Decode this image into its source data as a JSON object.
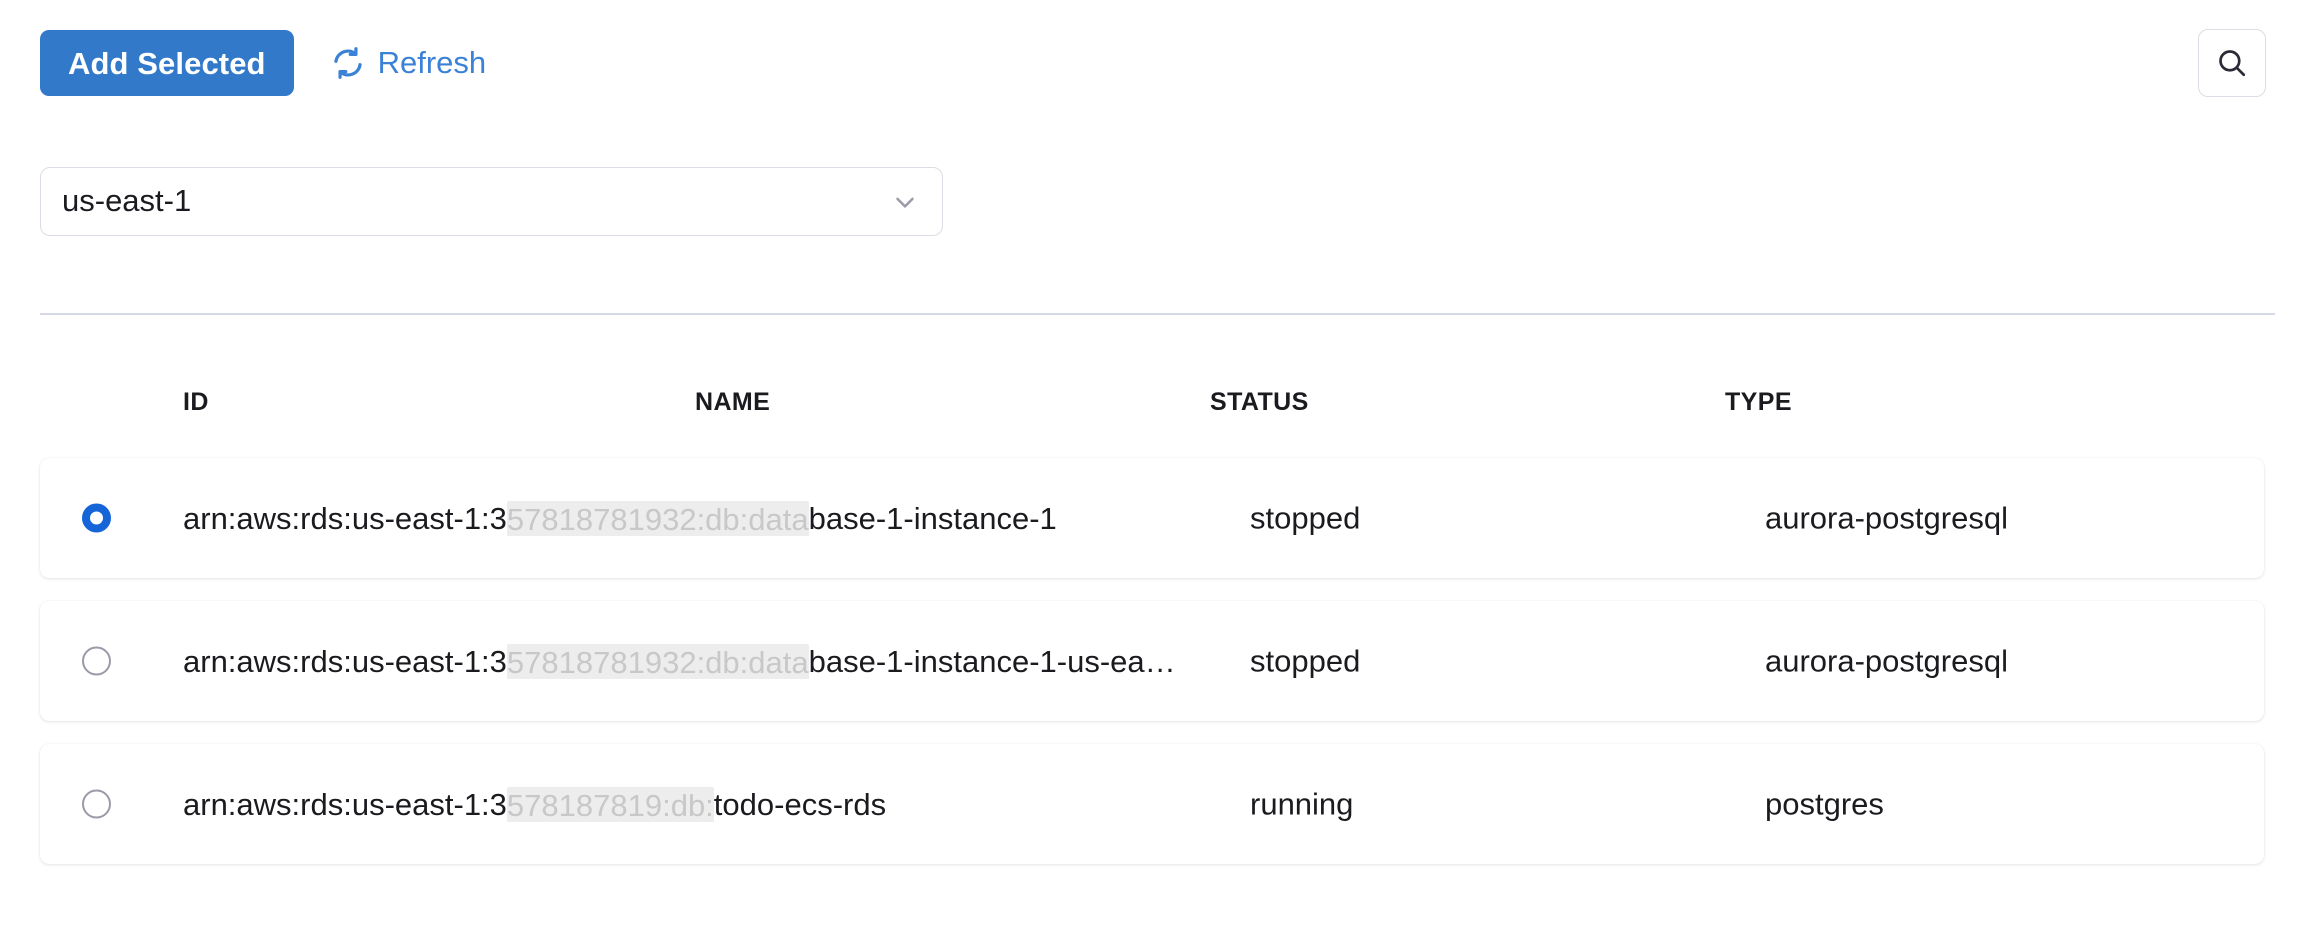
{
  "toolbar": {
    "add_selected_label": "Add Selected",
    "refresh_label": "Refresh",
    "refresh_icon": "refresh-icon",
    "search_icon": "search-icon",
    "primary_color": "#3279ca",
    "link_color": "#3b82d6"
  },
  "region_select": {
    "value": "us-east-1",
    "chevron_icon": "chevron-down-icon"
  },
  "table": {
    "columns": [
      {
        "key": "id",
        "label": "ID"
      },
      {
        "key": "name",
        "label": "NAME"
      },
      {
        "key": "status",
        "label": "STATUS"
      },
      {
        "key": "type",
        "label": "TYPE"
      }
    ],
    "rows": [
      {
        "selected": true,
        "arn_prefix": "arn:aws:rds:us-east-1:3",
        "arn_redacted": "57818781932:db:data",
        "arn_suffix": "base-1-instance-1",
        "status": "stopped",
        "type": "aurora-postgresql"
      },
      {
        "selected": false,
        "arn_prefix": "arn:aws:rds:us-east-1:3",
        "arn_redacted": "57818781932:db:data",
        "arn_suffix": "base-1-instance-1-us-ea…",
        "status": "stopped",
        "type": "aurora-postgresql"
      },
      {
        "selected": false,
        "arn_prefix": "arn:aws:rds:us-east-1:3",
        "arn_redacted": "578187819:db:",
        "arn_suffix": "todo-ecs-rds",
        "status": "running",
        "type": "postgres"
      }
    ]
  }
}
